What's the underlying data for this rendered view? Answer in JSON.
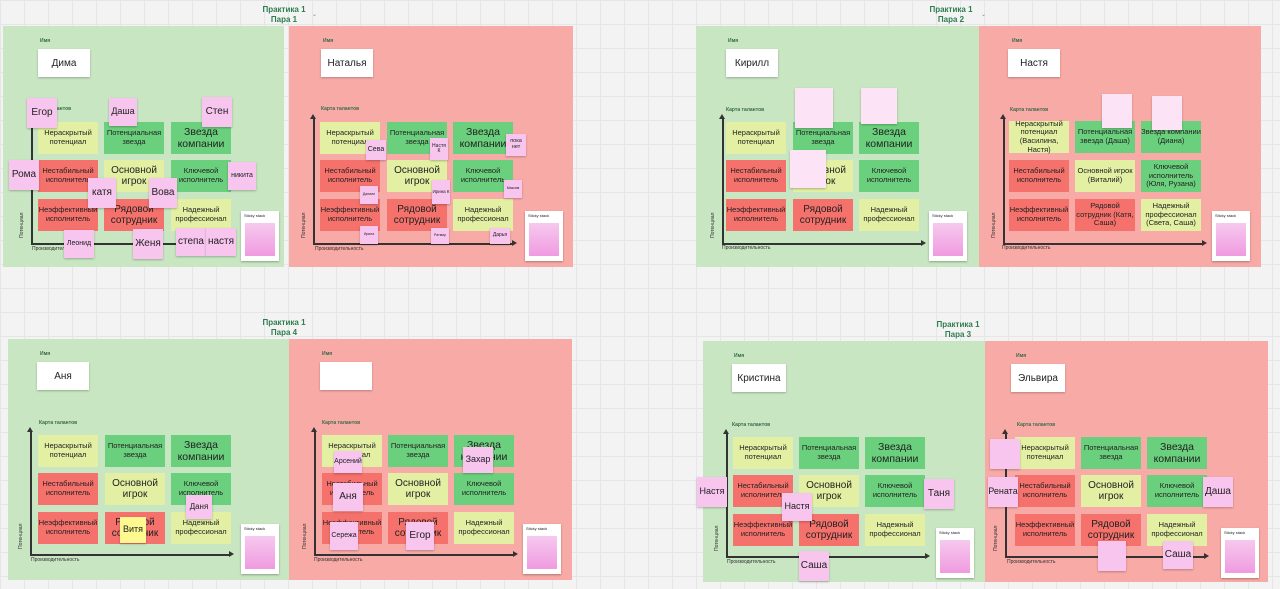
{
  "labels": {
    "name": "Имя",
    "map": "Карта талантов",
    "potential": "Потенциал",
    "productivity": "Производительность",
    "legend": "Sticky stack"
  },
  "boards": [
    {
      "title1": "Практика 1",
      "title2": "Пара 1",
      "left": {
        "name": "Дима"
      },
      "right": {
        "name": "Наталья"
      }
    },
    {
      "title1": "Практика 1",
      "title2": "Пара 2",
      "left": {
        "name": "Кирилл"
      },
      "right": {
        "name": "Настя"
      }
    },
    {
      "title1": "Практика 1",
      "title2": "Пара 4",
      "left": {
        "name": "Аня"
      },
      "right": {
        "name": ""
      }
    },
    {
      "title1": "Практика 1",
      "title2": "Пара 3",
      "left": {
        "name": "Кристина"
      },
      "right": {
        "name": "Эльвира"
      }
    }
  ],
  "grid": {
    "hidden": "Нераскрытый потенциал",
    "pstar": "Потенциальная звезда",
    "star": "Звезда компании",
    "unstable": "Нестабильный исполнитель",
    "core": "Основной игрок",
    "key": "Ключевой исполнитель",
    "ineff": "Неэффективный исполнитель",
    "regular": "Рядовой сотрудник",
    "reliable": "Надежный профессионал"
  },
  "grid2": {
    "hidden": "Нераскрытый потенциал (Василина, Настя)",
    "pstar": "Потенциальная звезда (Даша)",
    "star": "Звезда компании (Диана)",
    "core": "Основной игрок (Виталий)",
    "key": "Ключевой исполнитель (Юля, Рузана)",
    "regular": "Рядовой сотрудник (Катя, Саша)",
    "reliable": "Надежный профессионал (Света, Саша)"
  },
  "stickies": {
    "b1": [
      "Егор",
      "Даша",
      "Стен",
      "Рома",
      "катя",
      "Вова",
      "никита",
      "Леонид",
      "Женя",
      "степа",
      "настя"
    ],
    "b2": [
      "Сева",
      "Настя К",
      "пока нет",
      "Даниил",
      "Ирина К",
      "Ирина",
      "Ратмир",
      "Дарья",
      "Максим"
    ],
    "b3": [
      "Арсений",
      "Захар",
      "Аня",
      "Витя",
      "Даня",
      "Сережа",
      "Егор"
    ],
    "b4": [
      "Настя",
      "Настя",
      "Таня",
      "Саша",
      "Рената",
      "Даша",
      "Саша"
    ]
  }
}
